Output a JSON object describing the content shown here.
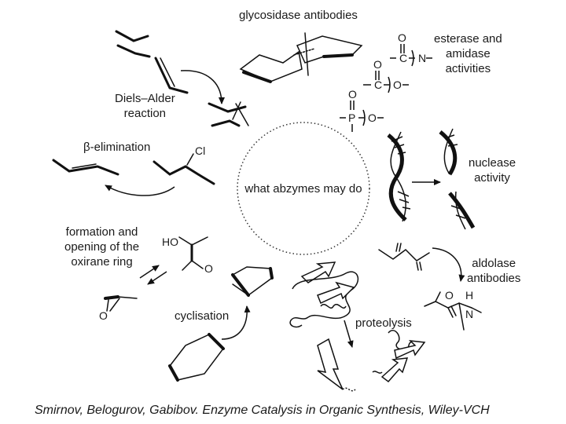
{
  "center_label": "what abzymes may do",
  "activities": {
    "glycosidase": "glycosidase antibodies",
    "esterase": [
      "esterase and",
      "amidase",
      "activities"
    ],
    "diels_alder": [
      "Diels–Alder",
      "reaction"
    ],
    "elimination": "β-elimination",
    "nuclease": [
      "nuclease",
      "activity"
    ],
    "oxirane": [
      "formation and",
      "opening of the",
      "oxirane ring"
    ],
    "aldolase": [
      "aldolase",
      "antibodies"
    ],
    "cyclisation": "cyclisation",
    "proteolysis": "proteolysis"
  },
  "atoms": {
    "chlorine": "Cl",
    "hydroxyl": "HO",
    "oxygen": "O",
    "hydrogen": "H",
    "nitrogen": "N",
    "carbon": "C",
    "phosphorus": "P"
  },
  "caption": "Smirnov, Belogurov, Gabibov. Enzyme Catalysis in Organic Synthesis, Wiley-VCH"
}
